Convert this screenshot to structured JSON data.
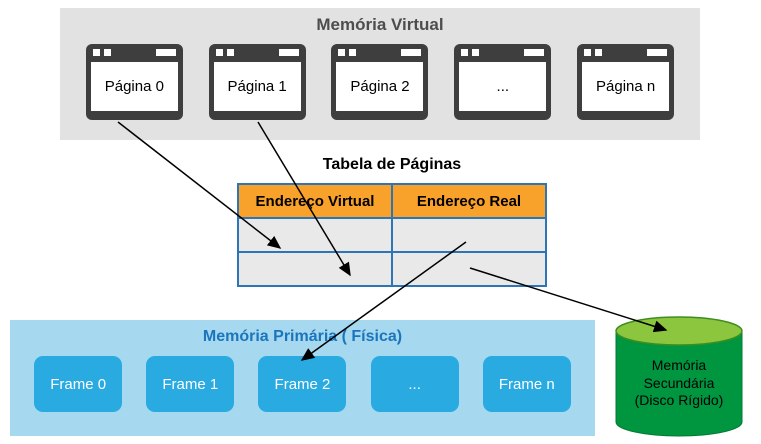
{
  "virtual_memory": {
    "title": "Memória Virtual",
    "pages": [
      {
        "label": "Página 0"
      },
      {
        "label": "Página 1"
      },
      {
        "label": "Página 2"
      },
      {
        "label": "..."
      },
      {
        "label": "Página n"
      }
    ]
  },
  "page_table": {
    "title": "Tabela de Páginas",
    "headers": [
      "Endereço Virtual",
      "Endereço Real"
    ],
    "rows": [
      [
        "",
        ""
      ],
      [
        "",
        ""
      ]
    ]
  },
  "primary_memory": {
    "title": "Memória Primária ( Física)",
    "frames": [
      {
        "label": "Frame 0"
      },
      {
        "label": "Frame 1"
      },
      {
        "label": "Frame 2"
      },
      {
        "label": "..."
      },
      {
        "label": "Frame n"
      }
    ]
  },
  "secondary_memory": {
    "label": "Memória Secundária (Disco Rígido)"
  },
  "colors": {
    "virtual_bg": "#e2e2e2",
    "page_icon": "#3e3e3e",
    "table_header": "#f8a12b",
    "table_cell": "#e9e9e9",
    "table_border": "#2e75b6",
    "primary_bg": "#a6d9f0",
    "primary_title": "#1b75bc",
    "frame": "#29abe2",
    "cylinder_body": "#009640",
    "cylinder_top": "#8cc63f",
    "arrow": "#000000"
  }
}
